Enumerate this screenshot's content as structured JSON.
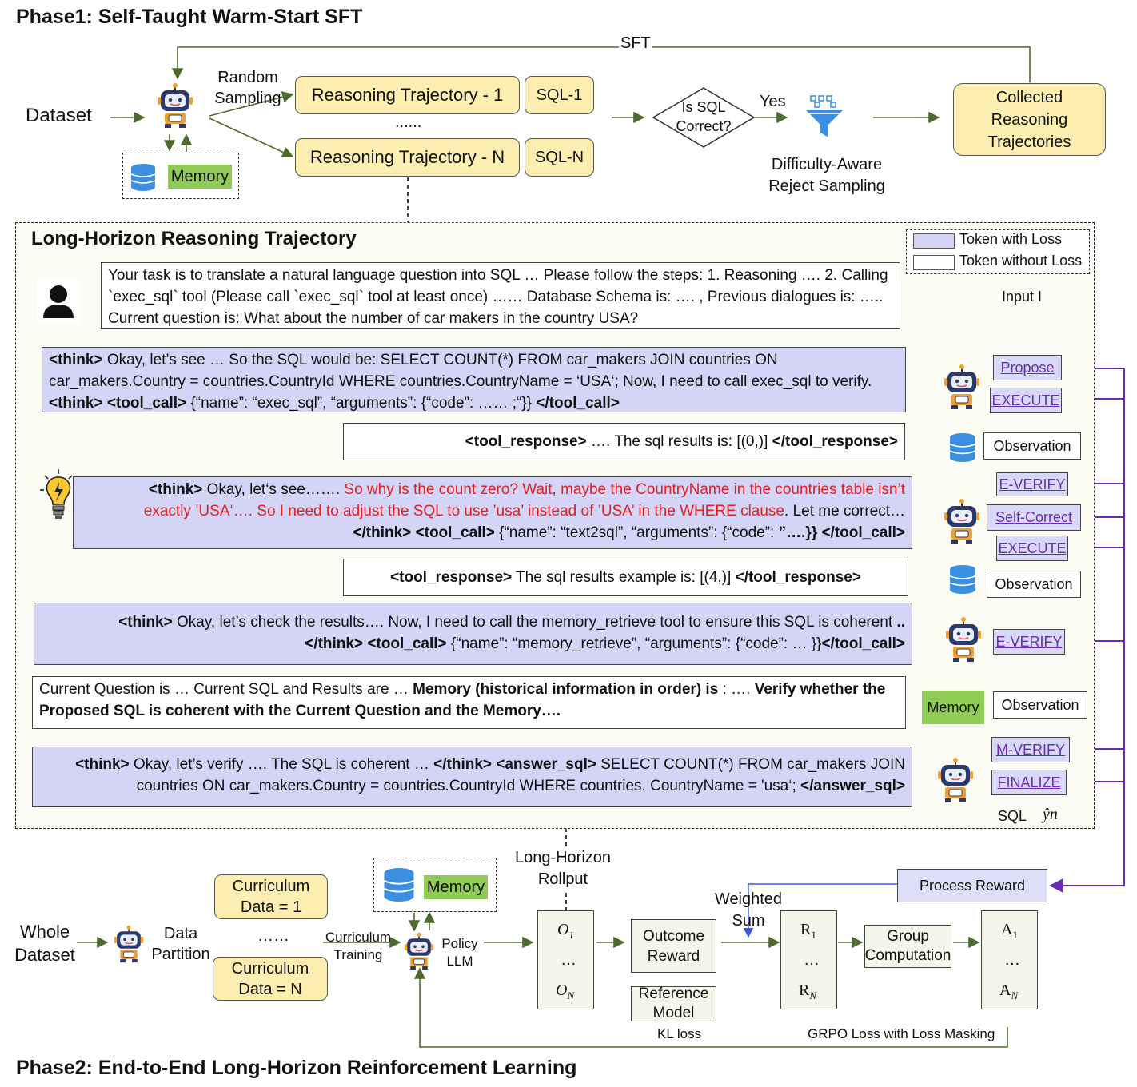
{
  "phase1": {
    "title": "Phase1: Self-Taught Warm-Start SFT",
    "dataset": "Dataset",
    "random_sampling": "Random\nSampling",
    "memory": "Memory",
    "traj1": "Reasoning  Trajectory - 1",
    "sql1": "SQL-1",
    "dots": "......",
    "trajN": "Reasoning  Trajectory - N",
    "sqlN": "SQL-N",
    "is_sql_correct": "Is SQL\nCorrect?",
    "yes": "Yes",
    "reject": "Difficulty-Aware\nReject Sampling",
    "collected": "Collected\nReasoning\nTrajectories",
    "sft": "SFT"
  },
  "trajectory": {
    "title": "Long-Horizon Reasoning Trajectory",
    "legend_loss": "Token with Loss",
    "legend_noloss": "Token without Loss",
    "input_label": "Input I",
    "prompt_text": "Your task is to translate a natural language question into SQL … Please follow the steps: 1. Reasoning ….  2. Calling `exec_sql` tool (Please call `exec_sql` tool at least once) ……  Database Schema is: …. ,  Previous dialogues is: …..  Current question is:   What about the number of car makers in the country USA?",
    "b1": {
      "think": "<think>",
      "t1": " Okay, let’s see … So the SQL would be: SELECT COUNT(*) FROM car_makers JOIN countries ON car_makers.Country = countries.CountryId WHERE countries.CountryName = ‘USA‘; Now, I need to call exec_sql to verify. ",
      "think2": "<think> <tool_call>",
      "t2": " {“name”: “exec_sql”, “arguments”: {“code”: …… ;“}} ",
      "end": "</tool_call>"
    },
    "r1": {
      "open": "<tool_response>",
      "text": " …. The sql results is: [(0,)] ",
      "close": "</tool_response>"
    },
    "b2": {
      "think": "<think>",
      "t1": " Okay, let‘s see……. ",
      "red": "So why is the count zero? Wait, maybe the CountryName in the countries table isn’t exactly ’USA‘…. So I need to adjust the SQL to use ’usa’ instead of ’USA’ in the WHERE clause",
      "t2": ". Let me correct…",
      "close": "</think> <tool_call>",
      "t3": " {“name”: “text2sql”, “arguments”: {“code”: ",
      "bold": "”….}} ",
      "end": " </tool_call>"
    },
    "r2": {
      "open": "<tool_response>",
      "text": " The sql results example is: [(4,)] ",
      "close": "</tool_response>"
    },
    "b3": {
      "think": "<think>",
      "t1": " Okay, let’s check the results…. Now,  I need to call the memory_retrieve tool to ensure this SQL is coherent ",
      "dots": "..",
      "close": "</think> <tool_call>",
      "t2": " {“name”: “memory_retrieve”, “arguments”: {“code”: … }}",
      "end": "</tool_call>"
    },
    "m1": {
      "t1": "Current Question is …  Current SQL and Results are …  ",
      "bold1": "Memory (historical information in order) is",
      "t2": " :  …. ",
      "bold2": "Verify whether the Proposed SQL is coherent with the Current Question and the Memory…."
    },
    "b4": {
      "think": "<think>",
      "t1": " Okay, let’s verify …. The SQL is coherent … ",
      "close": "</think> <answer_sql>",
      "t2": " SELECT COUNT(*) FROM car_makers JOIN countries ON car_makers.Country = countries.CountryId WHERE countries. CountryName = 'usa‘; ",
      "end": "</answer_sql>"
    },
    "tags": {
      "propose": "Propose",
      "execute": "EXECUTE",
      "observation": "Observation",
      "everify": "E-VERIFY",
      "selfcorrect": "Self-Correct",
      "execute2": "EXECUTE",
      "observation2": "Observation",
      "everify2": "E-VERIFY",
      "memory": "Memory",
      "observation3": "Observation",
      "mverify": "M-VERIFY",
      "finalize": "FINALIZE",
      "sql": "SQL",
      "yn": "ŷn"
    }
  },
  "phase2": {
    "title": "Phase2: End-to-End Long-Horizon Reinforcement Learning",
    "whole_dataset": "Whole\nDataset",
    "data_partition": "Data\nPartition",
    "cur1": "Curriculum\nData = 1",
    "dots": "……",
    "curN": "Curriculum\nData = N",
    "curriculum_training": "Curriculum\nTraining",
    "memory": "Memory",
    "policy": "Policy\nLLM",
    "rollout": "Long-Horizon\nRollput",
    "o1": "O",
    "o1sub": "1",
    "odots": "…",
    "on": "O",
    "onsub": "N",
    "outcome": "Outcome\nReward",
    "reference": "Reference\nModel",
    "kl": "KL loss",
    "weighted": "Weighted\nSum",
    "process": "Process Reward",
    "r1": "R",
    "r1sub": "1",
    "rdots": "…",
    "rn": "R",
    "rnsub": "N",
    "group": "Group\nComputation",
    "a1": "A",
    "a1sub": "1",
    "adots": "…",
    "an": "A",
    "ansub": "N",
    "grpo": "GRPO Loss with Loss Masking"
  },
  "colors": {
    "purple": "#6a2fb0",
    "yellow": "#fbeeb0",
    "green": "#8fcb55",
    "blue": "#d4d4f7"
  }
}
